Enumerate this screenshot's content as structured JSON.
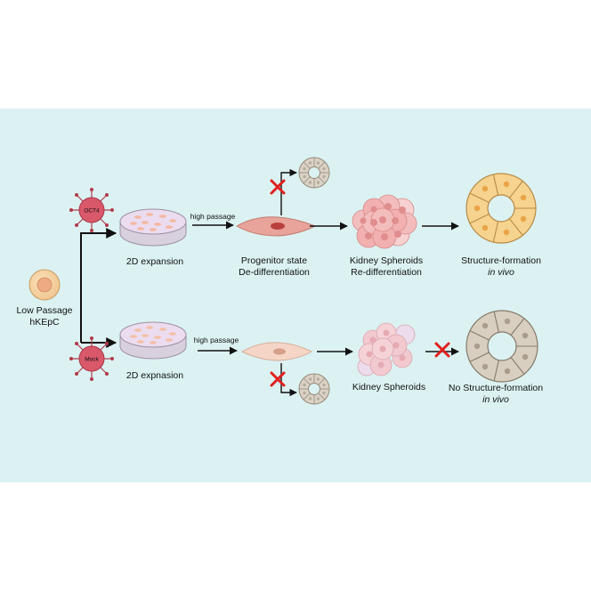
{
  "labels": {
    "low_passage_1": "Low Passage",
    "low_passage_2": "hKEpC",
    "oct4_virus": "OCT4",
    "mock_virus": "Mock",
    "expansion_top": "2D expansion",
    "expansion_bottom": "2D expnasion",
    "high_passage_top": "high passage",
    "high_passage_bottom": "high passage",
    "progenitor_1": "Progenitor state",
    "progenitor_2": "De-differentiation",
    "spheroids_top_1": "Kidney Spheroids",
    "spheroids_top_2": "Re-differentiation",
    "spheroids_bottom": "Kidney Spheroids",
    "structure_top_1": "Structure-formation",
    "structure_top_2": "in vivo",
    "structure_bottom_1": "No Structure-formation",
    "structure_bottom_2": "in vivo"
  },
  "colors": {
    "background_panel": "#dcf2f2",
    "arrow": "#111111",
    "red_cross": "#e0201f",
    "virus": "#d9586a",
    "dish_medium": "#ecdcef",
    "cell_low_passage": "#f4cf9e",
    "progenitor_cell": "#e8a39a",
    "mock_cell": "#f5d6c6",
    "spheroid_pink": "#f2b6b6",
    "structure_top_cells": "#f6d38f",
    "structure_bottom_cells": "#d8cfc1"
  },
  "icons": [
    "virus-oct4-icon",
    "virus-mock-icon",
    "petri-dish-icon",
    "red-cross-icon",
    "mini-ring-icon"
  ]
}
